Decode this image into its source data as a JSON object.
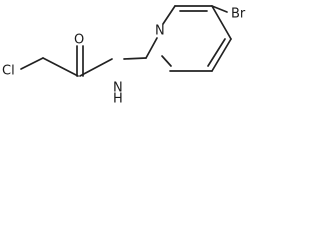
{
  "molecule": {
    "atoms": {
      "bromine": "Br",
      "ring_nitrogen": "N",
      "oxygen": "O",
      "amide_nitrogen": "N",
      "amide_hydrogen": "H",
      "chlorine": "Cl"
    }
  }
}
